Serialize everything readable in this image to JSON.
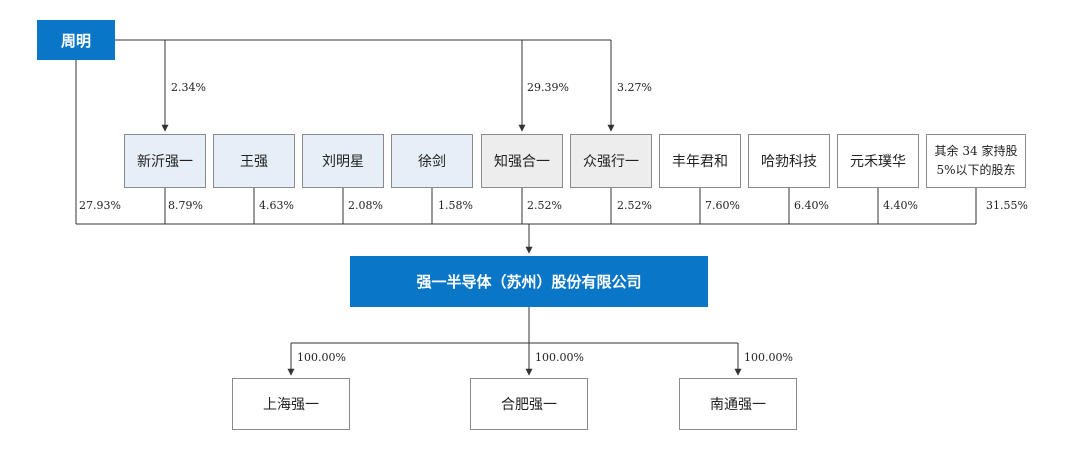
{
  "top_shareholder": "周明",
  "company": "强一半导体（苏州）股份有限公司",
  "zhou_ming_direct_pct": "27.93%",
  "zhou_ming_indirect": [
    {
      "target": "新沂强一",
      "pct": "2.34%"
    },
    {
      "target": "知强合一",
      "pct": "29.39%"
    },
    {
      "target": "众强行一",
      "pct": "3.27%"
    }
  ],
  "shareholders": [
    {
      "name": "新沂强一",
      "pct": "8.79%",
      "style": "blue"
    },
    {
      "name": "王强",
      "pct": "4.63%",
      "style": "blue"
    },
    {
      "name": "刘明星",
      "pct": "2.08%",
      "style": "blue"
    },
    {
      "name": "徐剑",
      "pct": "1.58%",
      "style": "blue"
    },
    {
      "name": "知强合一",
      "pct": "2.52%",
      "style": "gray"
    },
    {
      "name": "众强行一",
      "pct": "2.52%",
      "style": "gray"
    },
    {
      "name": "丰年君和",
      "pct": "7.60%",
      "style": "white"
    },
    {
      "name": "哈勃科技",
      "pct": "6.40%",
      "style": "white"
    },
    {
      "name": "元禾璞华",
      "pct": "4.40%",
      "style": "white"
    },
    {
      "name_line1": "其余 34 家持股",
      "name_line2": "5%以下的股东",
      "pct": "31.55%",
      "style": "white"
    }
  ],
  "subsidiaries": [
    {
      "name": "上海强一",
      "pct": "100.00%"
    },
    {
      "name": "合肥强一",
      "pct": "100.00%"
    },
    {
      "name": "南通强一",
      "pct": "100.00%"
    }
  ],
  "colors": {
    "accent": "#0a76c8",
    "blue_fill": "#e6eef7",
    "gray_fill": "#ededed",
    "line": "#333333"
  }
}
